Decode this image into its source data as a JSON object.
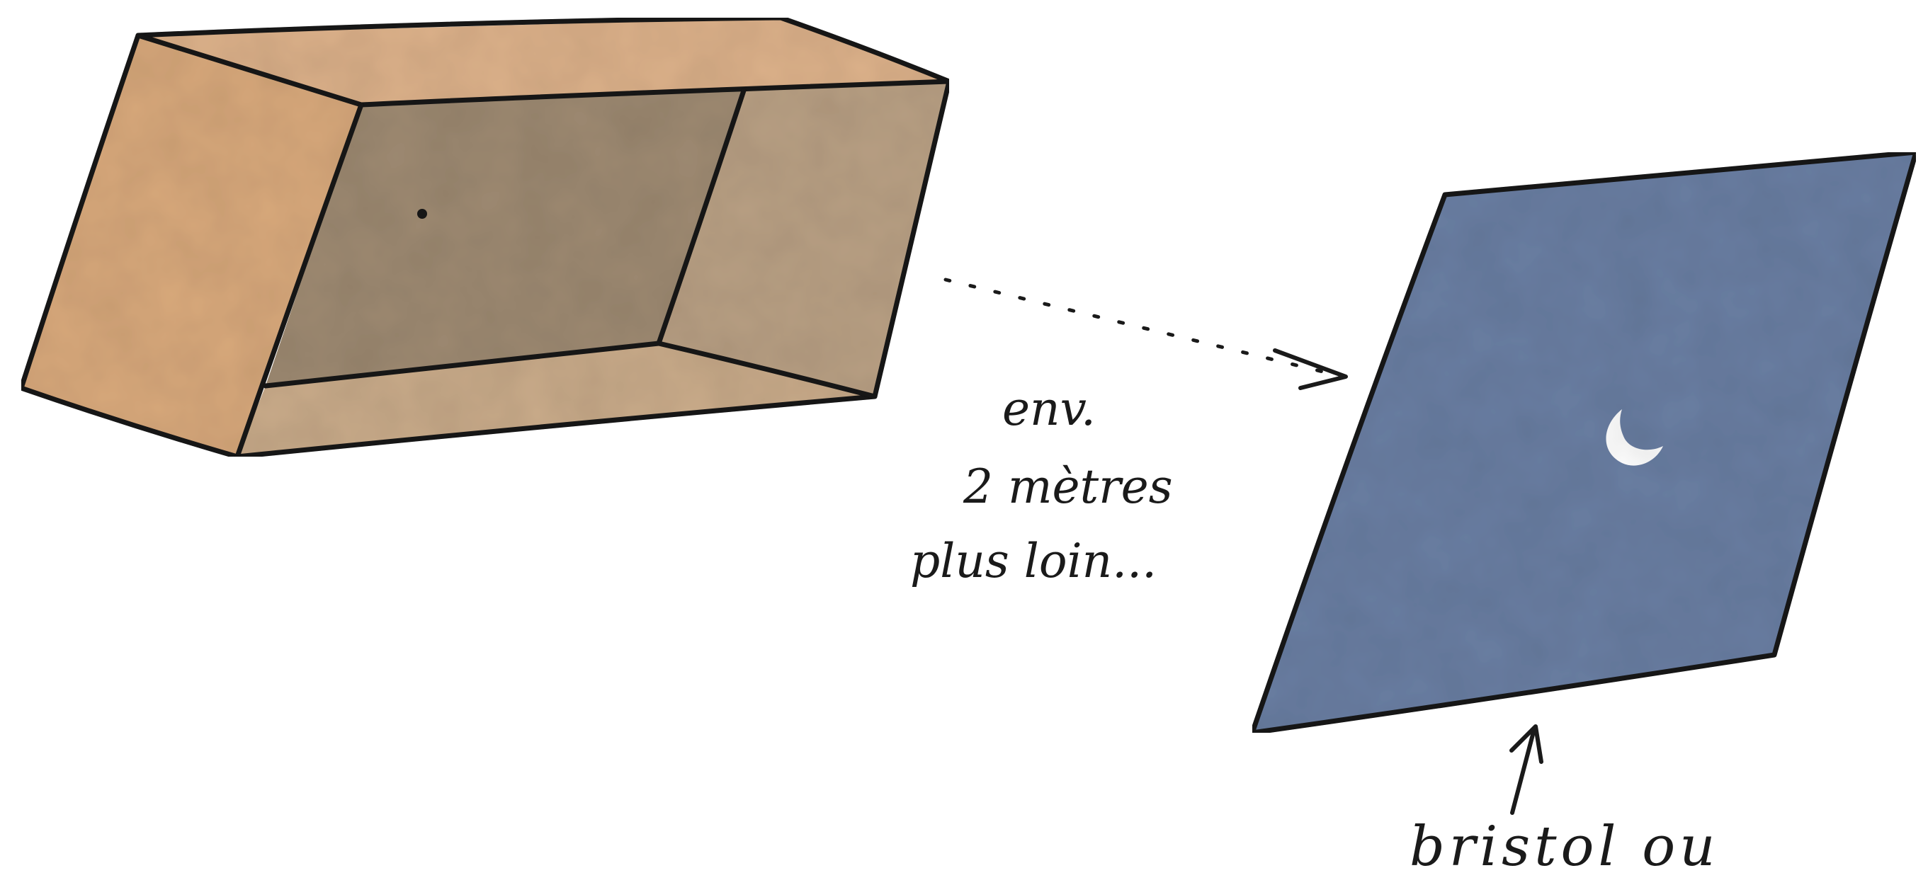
{
  "annotations": {
    "distance": {
      "line1": "env.",
      "line2": "2 mètres",
      "line3": "plus loin..."
    },
    "screen_label": "bristol ou"
  },
  "colors": {
    "ink": "#1a1a1a",
    "box_outer": "#d8a97c",
    "box_top": "#dcb18a",
    "box_back": "#9e8a72",
    "box_right_inner": "#b9a084",
    "box_bottom_inner": "#c9ab8a",
    "screen_fill": "#6a7fa3",
    "crescent": "#ffffff"
  },
  "icons": {
    "pinhole": "dot-icon",
    "projection": "dotted-arrow-icon",
    "image": "crescent-icon",
    "pointer": "arrow-up-icon"
  }
}
